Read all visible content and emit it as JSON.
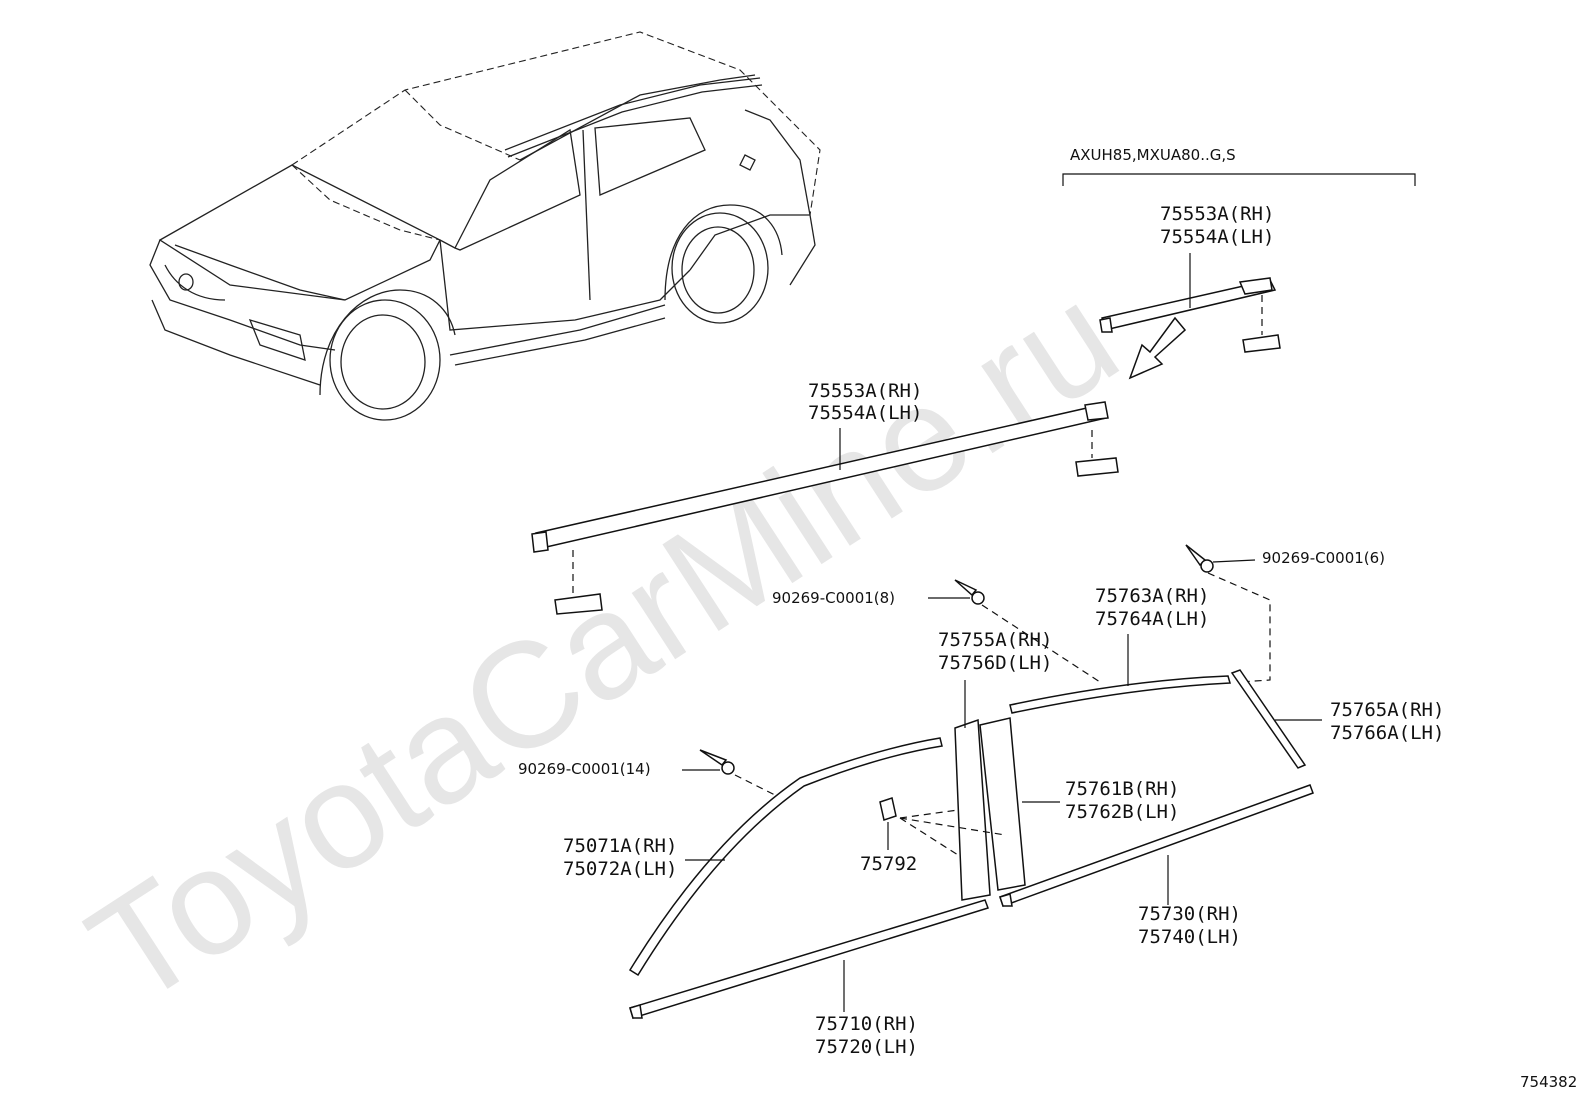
{
  "watermark": "ToyotaCarMine.ru",
  "variant_note": "AXUH85,MXUA80..G,S",
  "diagram_id": "754382",
  "labels": {
    "roof_rail_upper_rh": "75553A(RH)",
    "roof_rail_upper_lh": "75554A(LH)",
    "roof_rail_lower_rh": "75553A(RH)",
    "roof_rail_lower_lh": "75554A(LH)",
    "clip_6": "90269-C0001(6)",
    "clip_8": "90269-C0001(8)",
    "clip_14": "90269-C0001(14)",
    "rear_upper_rh": "75763A(RH)",
    "rear_upper_lh": "75764A(LH)",
    "pillar_front_rh": "75755A(RH)",
    "pillar_front_lh": "75756D(LH)",
    "rear_side_rh": "75765A(RH)",
    "rear_side_lh": "75766A(LH)",
    "pillar_rear_rh": "75761B(RH)",
    "pillar_rear_lh": "75762B(LH)",
    "front_upper_rh": "75071A(RH)",
    "front_upper_lh": "75072A(LH)",
    "plug": "75792",
    "rear_belt_rh": "75730(RH)",
    "rear_belt_lh": "75740(LH)",
    "front_belt_rh": "75710(RH)",
    "front_belt_lh": "75720(LH)"
  }
}
